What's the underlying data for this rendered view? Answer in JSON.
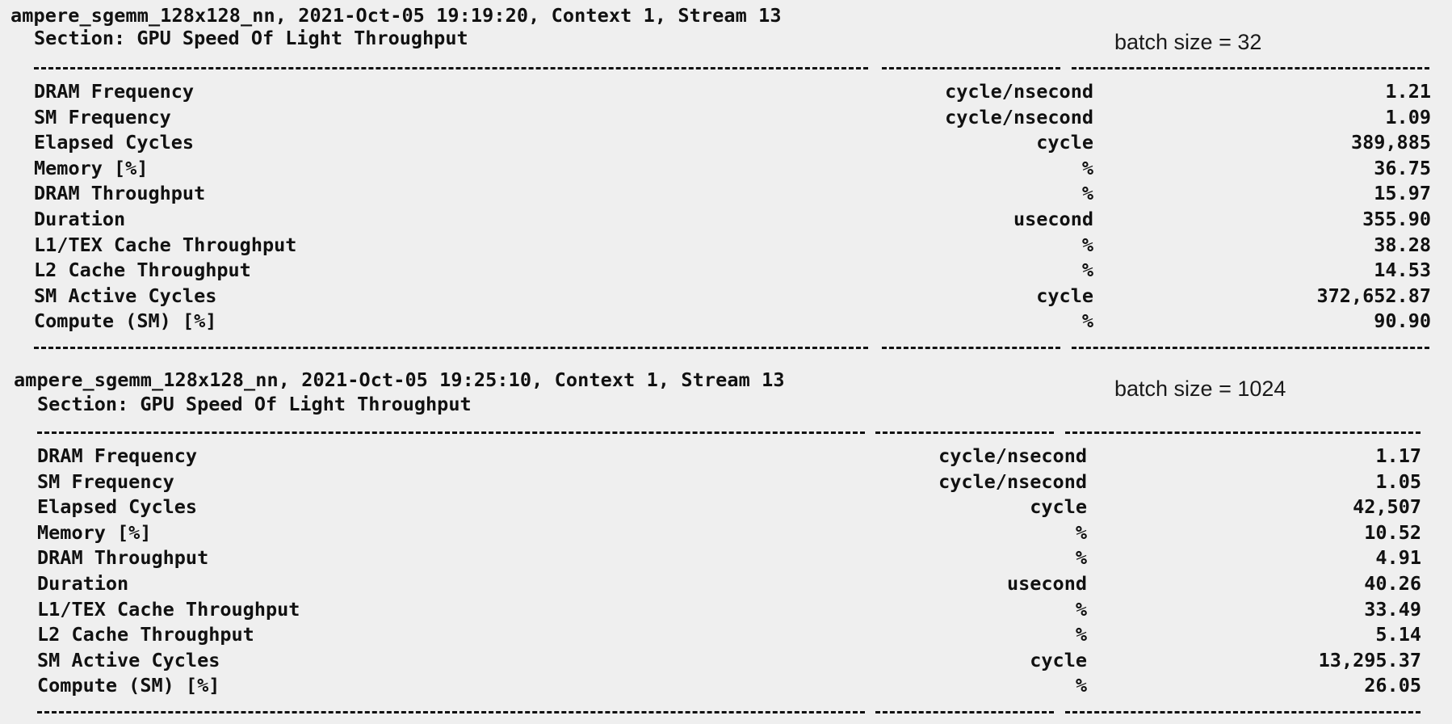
{
  "reports": [
    {
      "header": "ampere_sgemm_128x128_nn, 2021-Oct-05 19:19:20, Context 1, Stream 13",
      "section": "Section: GPU Speed Of Light Throughput",
      "note": "batch size = 32",
      "rows": [
        {
          "name": "DRAM Frequency",
          "unit": "cycle/nsecond",
          "value": "1.21"
        },
        {
          "name": "SM Frequency",
          "unit": "cycle/nsecond",
          "value": "1.09"
        },
        {
          "name": "Elapsed Cycles",
          "unit": "cycle",
          "value": "389,885"
        },
        {
          "name": "Memory [%]",
          "unit": "%",
          "value": "36.75"
        },
        {
          "name": "DRAM Throughput",
          "unit": "%",
          "value": "15.97"
        },
        {
          "name": "Duration",
          "unit": "usecond",
          "value": "355.90"
        },
        {
          "name": "L1/TEX Cache Throughput",
          "unit": "%",
          "value": "38.28"
        },
        {
          "name": "L2 Cache Throughput",
          "unit": "%",
          "value": "14.53"
        },
        {
          "name": "SM Active Cycles",
          "unit": "cycle",
          "value": "372,652.87"
        },
        {
          "name": "Compute (SM) [%]",
          "unit": "%",
          "value": "90.90"
        }
      ]
    },
    {
      "header": "ampere_sgemm_128x128_nn, 2021-Oct-05 19:25:10, Context 1, Stream 13",
      "section": "Section: GPU Speed Of Light Throughput",
      "note": "batch size = 1024",
      "rows": [
        {
          "name": "DRAM Frequency",
          "unit": "cycle/nsecond",
          "value": "1.17"
        },
        {
          "name": "SM Frequency",
          "unit": "cycle/nsecond",
          "value": "1.05"
        },
        {
          "name": "Elapsed Cycles",
          "unit": "cycle",
          "value": "42,507"
        },
        {
          "name": "Memory [%]",
          "unit": "%",
          "value": "10.52"
        },
        {
          "name": "DRAM Throughput",
          "unit": "%",
          "value": "4.91"
        },
        {
          "name": "Duration",
          "unit": "usecond",
          "value": "40.26"
        },
        {
          "name": "L1/TEX Cache Throughput",
          "unit": "%",
          "value": "33.49"
        },
        {
          "name": "L2 Cache Throughput",
          "unit": "%",
          "value": "5.14"
        },
        {
          "name": "SM Active Cycles",
          "unit": "cycle",
          "value": "13,295.37"
        },
        {
          "name": "Compute (SM) [%]",
          "unit": "%",
          "value": "26.05"
        }
      ]
    }
  ]
}
